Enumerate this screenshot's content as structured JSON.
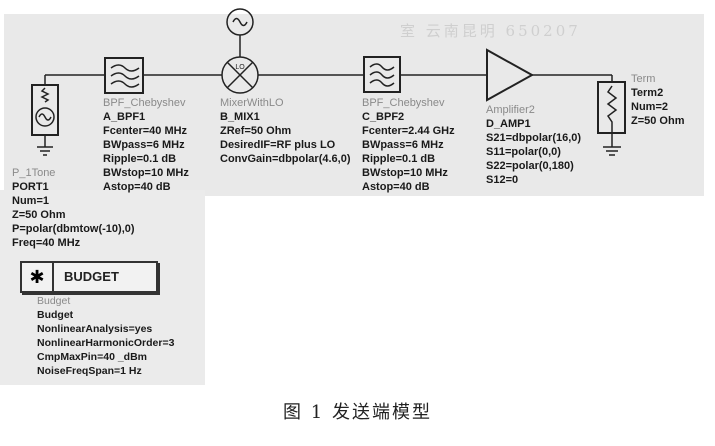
{
  "port": {
    "type": "P_1Tone",
    "name": "PORT1",
    "params": [
      "Num=1",
      "Z=50 Ohm",
      "P=polar(dbmtow(-10),0)",
      "Freq=40 MHz"
    ]
  },
  "bpf1": {
    "type": "BPF_Chebyshev",
    "name": "A_BPF1",
    "params": [
      "Fcenter=40 MHz",
      "BWpass=6 MHz",
      "Ripple=0.1 dB",
      "BWstop=10 MHz",
      "Astop=40 dB"
    ]
  },
  "mixer": {
    "type": "MixerWithLO",
    "name": "B_MIX1",
    "params": [
      "ZRef=50 Ohm",
      "DesiredIF=RF plus LO",
      "ConvGain=dbpolar(4.6,0)"
    ],
    "lo_label": "LO"
  },
  "bpf2": {
    "type": "BPF_Chebyshev",
    "name": "C_BPF2",
    "params": [
      "Fcenter=2.44 GHz",
      "BWpass=6 MHz",
      "Ripple=0.1 dB",
      "BWstop=10 MHz",
      "Astop=40 dB"
    ]
  },
  "amp": {
    "type": "Amplifier2",
    "name": "D_AMP1",
    "params": [
      "S21=dbpolar(16,0)",
      "S11=polar(0,0)",
      "S22=polar(0,180)",
      "S12=0"
    ]
  },
  "term": {
    "type": "Term",
    "name": "Term2",
    "params": [
      "Num=2",
      "Z=50 Ohm"
    ]
  },
  "budget": {
    "button_label": "BUDGET",
    "type": "Budget",
    "name": "Budget",
    "params": [
      "NonlinearAnalysis=yes",
      "NonlinearHarmonicOrder=3",
      "CmpMaxPin=40 _dBm",
      "NoiseFreqSpan=1 Hz"
    ]
  },
  "bleed_text": "室  云南昆明  650207",
  "caption": "图 1   发送端模型"
}
